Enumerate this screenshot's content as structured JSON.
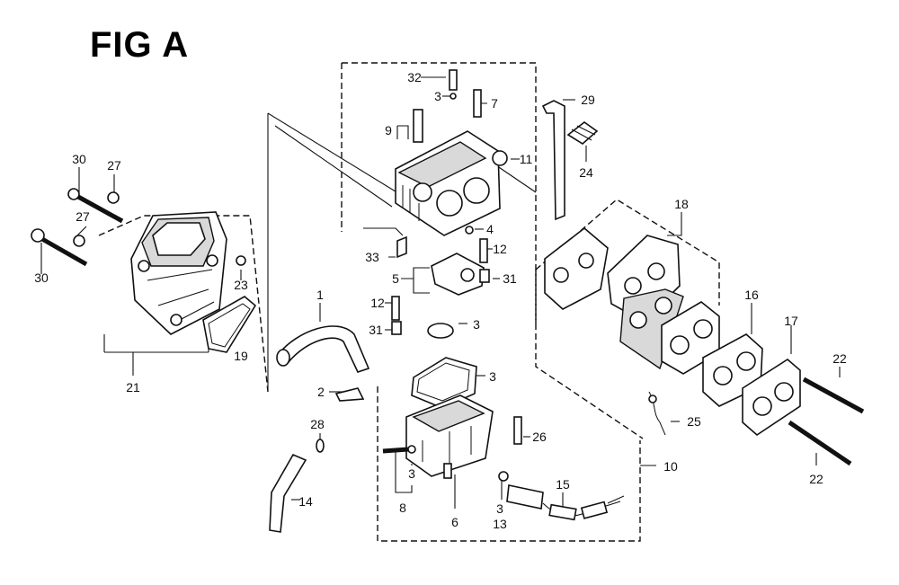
{
  "figure": {
    "title": "FIG A",
    "callouts": [
      {
        "id": "c1",
        "label": "1"
      },
      {
        "id": "c2",
        "label": "2"
      },
      {
        "id": "c3a",
        "label": "3"
      },
      {
        "id": "c3b",
        "label": "3"
      },
      {
        "id": "c3c",
        "label": "3"
      },
      {
        "id": "c3d",
        "label": "3"
      },
      {
        "id": "c3e",
        "label": "3"
      },
      {
        "id": "c4",
        "label": "4"
      },
      {
        "id": "c5",
        "label": "5"
      },
      {
        "id": "c6",
        "label": "6"
      },
      {
        "id": "c7",
        "label": "7"
      },
      {
        "id": "c8",
        "label": "8"
      },
      {
        "id": "c9",
        "label": "9"
      },
      {
        "id": "c10",
        "label": "10"
      },
      {
        "id": "c11",
        "label": "11"
      },
      {
        "id": "c12a",
        "label": "12"
      },
      {
        "id": "c12b",
        "label": "12"
      },
      {
        "id": "c13",
        "label": "13"
      },
      {
        "id": "c14",
        "label": "14"
      },
      {
        "id": "c15",
        "label": "15"
      },
      {
        "id": "c16",
        "label": "16"
      },
      {
        "id": "c17",
        "label": "17"
      },
      {
        "id": "c18",
        "label": "18"
      },
      {
        "id": "c19",
        "label": "19"
      },
      {
        "id": "c21",
        "label": "21"
      },
      {
        "id": "c22a",
        "label": "22"
      },
      {
        "id": "c22b",
        "label": "22"
      },
      {
        "id": "c23",
        "label": "23"
      },
      {
        "id": "c24",
        "label": "24"
      },
      {
        "id": "c25",
        "label": "25"
      },
      {
        "id": "c26",
        "label": "26"
      },
      {
        "id": "c27a",
        "label": "27"
      },
      {
        "id": "c27b",
        "label": "27"
      },
      {
        "id": "c28",
        "label": "28"
      },
      {
        "id": "c29",
        "label": "29"
      },
      {
        "id": "c30a",
        "label": "30"
      },
      {
        "id": "c30b",
        "label": "30"
      },
      {
        "id": "c31a",
        "label": "31"
      },
      {
        "id": "c31b",
        "label": "31"
      },
      {
        "id": "c32",
        "label": "32"
      },
      {
        "id": "c33",
        "label": "33"
      }
    ]
  }
}
